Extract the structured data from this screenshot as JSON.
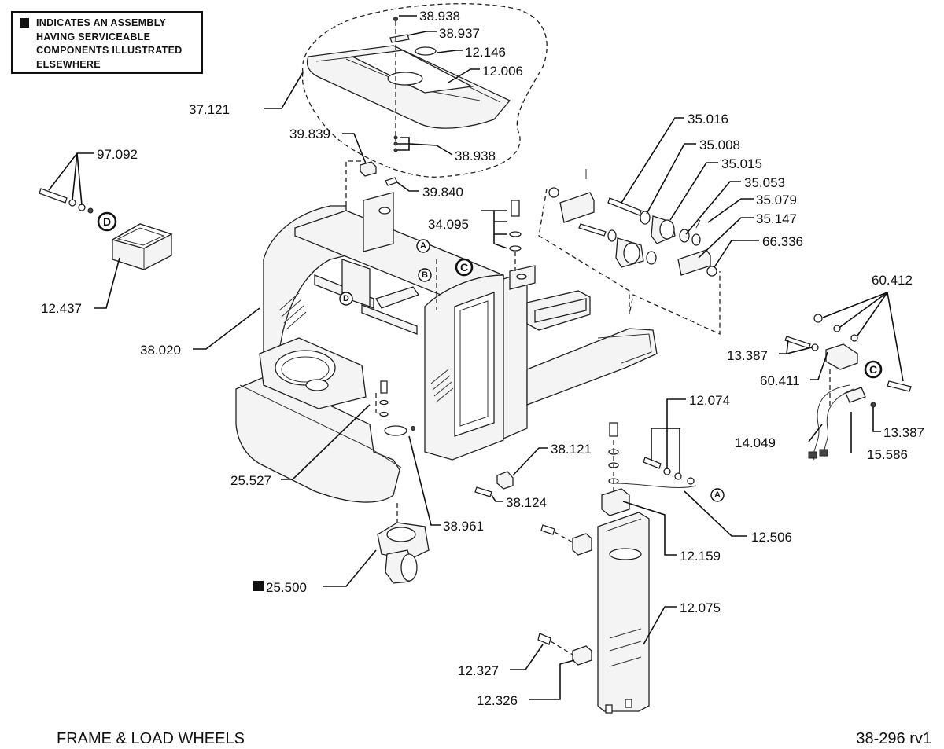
{
  "legend": {
    "marker": "assembly-square",
    "text": "INDICATES AN ASSEMBLY\nHAVING SERVICEABLE\nCOMPONENTS ILLUSTRATED\nELSEWHERE"
  },
  "footer": {
    "title": "FRAME & LOAD WHEELS",
    "drawing_number": "38-296 rv1"
  },
  "callouts": [
    {
      "id": "c_38938a",
      "label": "38.938"
    },
    {
      "id": "c_38937",
      "label": "38.937"
    },
    {
      "id": "c_12146",
      "label": "12.146"
    },
    {
      "id": "c_12006",
      "label": "12.006"
    },
    {
      "id": "c_37121",
      "label": "37.121"
    },
    {
      "id": "c_38938b",
      "label": "38.938"
    },
    {
      "id": "c_39839",
      "label": "39.839"
    },
    {
      "id": "c_39840",
      "label": "39.840"
    },
    {
      "id": "c_97092",
      "label": "97.092"
    },
    {
      "id": "c_12437",
      "label": "12.437"
    },
    {
      "id": "c_38020",
      "label": "38.020"
    },
    {
      "id": "c_34095",
      "label": "34.095"
    },
    {
      "id": "c_35016",
      "label": "35.016"
    },
    {
      "id": "c_35008",
      "label": "35.008"
    },
    {
      "id": "c_35015",
      "label": "35.015"
    },
    {
      "id": "c_35053",
      "label": "35.053"
    },
    {
      "id": "c_35079",
      "label": "35.079"
    },
    {
      "id": "c_35147",
      "label": "35.147"
    },
    {
      "id": "c_66336",
      "label": "66.336"
    },
    {
      "id": "c_60412",
      "label": "60.412"
    },
    {
      "id": "c_13387a",
      "label": "13.387"
    },
    {
      "id": "c_60411",
      "label": "60.411"
    },
    {
      "id": "c_14049",
      "label": "14.049"
    },
    {
      "id": "c_13387b",
      "label": "13.387"
    },
    {
      "id": "c_15586",
      "label": "15.586"
    },
    {
      "id": "c_12074",
      "label": "12.074"
    },
    {
      "id": "c_12506",
      "label": "12.506"
    },
    {
      "id": "c_38121",
      "label": "38.121"
    },
    {
      "id": "c_38124",
      "label": "38.124"
    },
    {
      "id": "c_25527",
      "label": "25.527"
    },
    {
      "id": "c_38961",
      "label": "38.961"
    },
    {
      "id": "c_25500",
      "label": "25.500",
      "assembly": true
    },
    {
      "id": "c_12159",
      "label": "12.159"
    },
    {
      "id": "c_12075",
      "label": "12.075"
    },
    {
      "id": "c_12327",
      "label": "12.327"
    },
    {
      "id": "c_12326",
      "label": "12.326"
    }
  ],
  "refs": [
    {
      "id": "rA1",
      "letter": "A"
    },
    {
      "id": "rB1",
      "letter": "B"
    },
    {
      "id": "rC1",
      "letter": "C"
    },
    {
      "id": "rD1",
      "letter": "D"
    },
    {
      "id": "rD2",
      "letter": "D"
    },
    {
      "id": "rA2",
      "letter": "A"
    },
    {
      "id": "rC2",
      "letter": "C"
    }
  ]
}
